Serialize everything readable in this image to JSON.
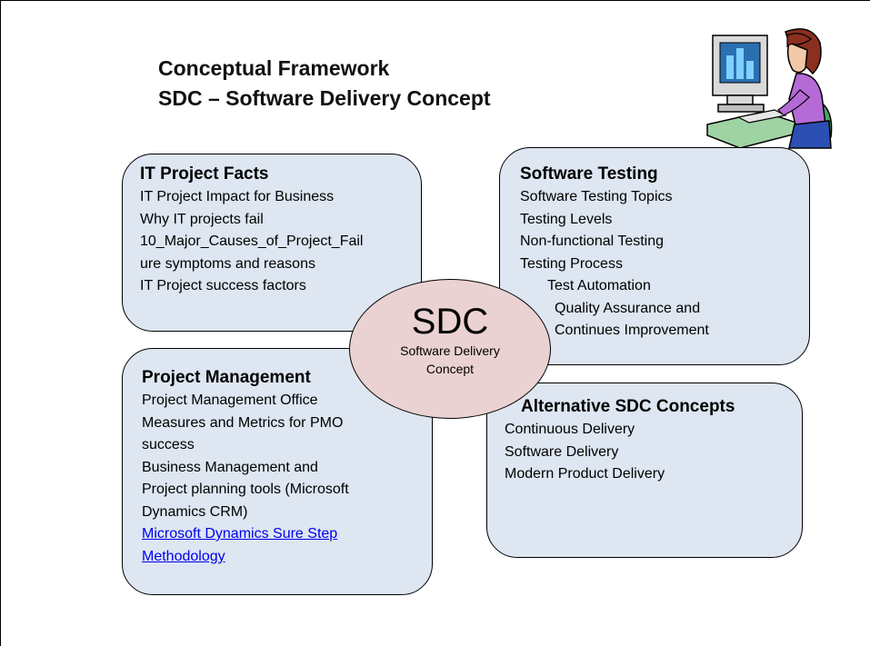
{
  "title": {
    "line1": "Conceptual Framework",
    "line2": "SDC – Software Delivery Concept"
  },
  "center": {
    "abbr": "SDC",
    "label_line1": "Software Delivery",
    "label_line2": "Concept"
  },
  "boxes": {
    "it_project_facts": {
      "heading": "IT Project Facts",
      "lines": [
        "IT Project Impact for Business",
        "Why IT projects fail",
        "10_Major_Causes_of_Project_Fail",
        "ure symptoms and reasons",
        "IT Project success factors"
      ]
    },
    "software_testing": {
      "heading": "Software Testing",
      "lines": [
        "Software Testing Topics",
        "Testing Levels",
        "Non-functional Testing",
        "Testing Process",
        "Test Automation",
        "Quality Assurance and",
        "Continues Improvement"
      ]
    },
    "project_management": {
      "heading": "Project Management",
      "lines": [
        "Project Management Office",
        "Measures and Metrics for PMO",
        "success",
        "Business Management and",
        "Project planning tools (Microsoft",
        "Dynamics CRM)"
      ],
      "link_lines": [
        "Microsoft Dynamics Sure Step",
        "Methodology"
      ]
    },
    "alternative": {
      "heading": "Alternative SDC Concepts",
      "lines": [
        "Continuous Delivery",
        "Software Delivery",
        "Modern Product Delivery"
      ]
    }
  },
  "colors": {
    "box_fill": "#dde6f1",
    "ellipse_fill": "#ebd2d2",
    "link": "#0000ee"
  },
  "icons": {
    "clipart": "woman-at-computer-icon"
  }
}
